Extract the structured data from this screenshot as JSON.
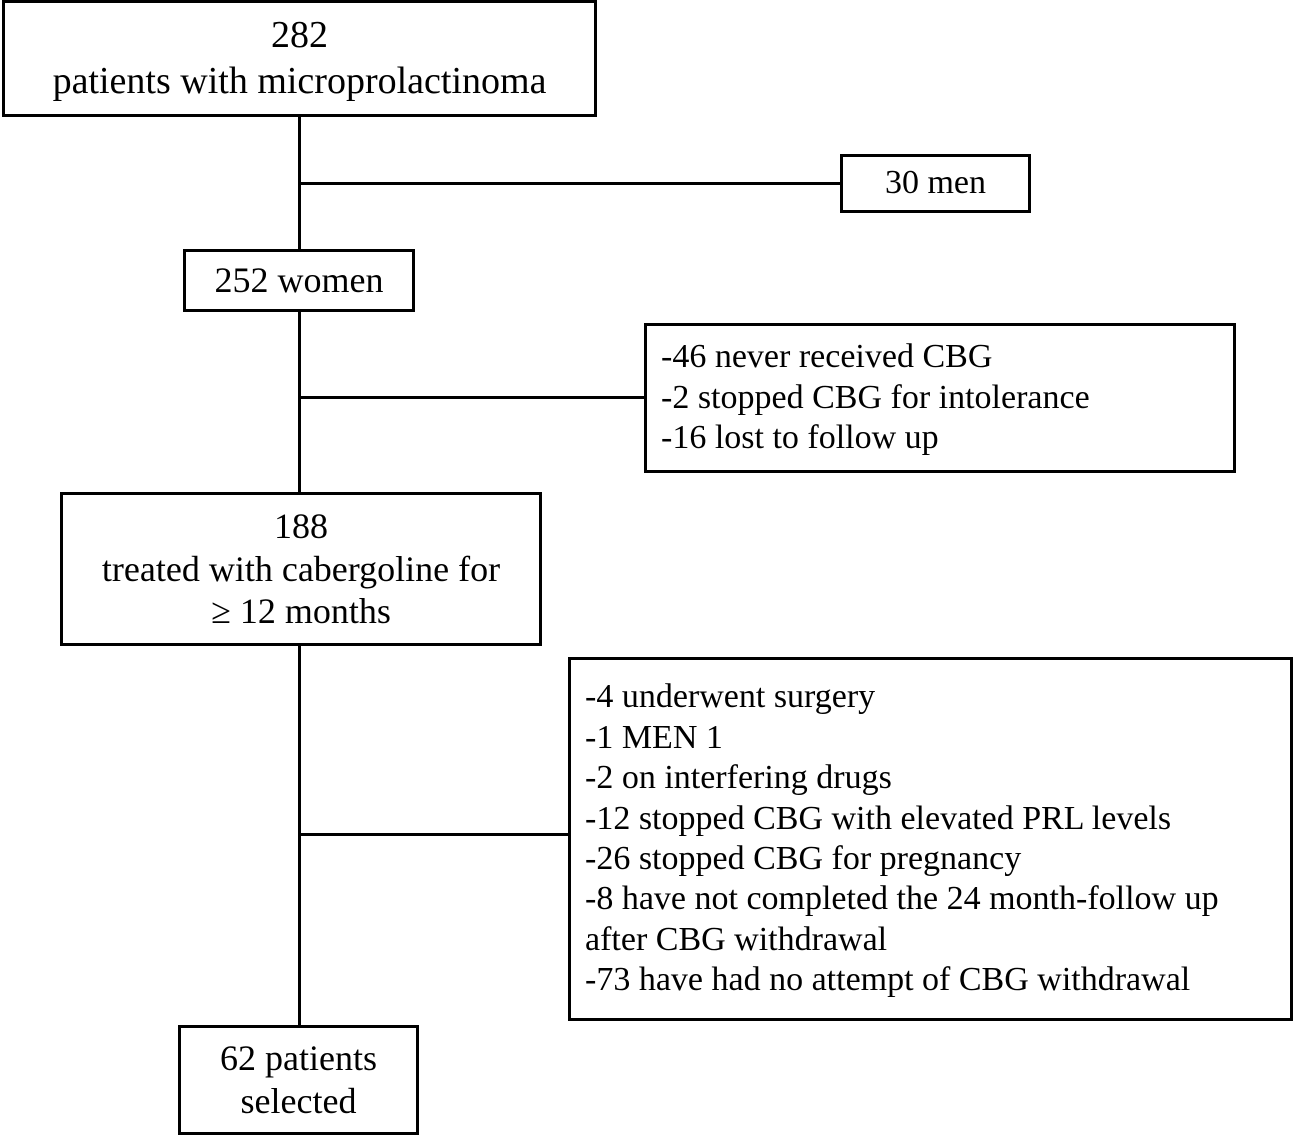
{
  "diagram": {
    "title": "Patient selection flowchart",
    "type": "flowchart",
    "line_color": "#000000",
    "background_color": "#ffffff",
    "nodes": {
      "total": {
        "lines": [
          "282",
          "patients with microprolactinoma"
        ]
      },
      "men": {
        "lines": [
          "30 men"
        ]
      },
      "women": {
        "lines": [
          "252 women"
        ]
      },
      "excluded_women": {
        "lines": [
          "-46 never received CBG",
          "-2 stopped CBG for intolerance",
          "-16 lost to follow up"
        ]
      },
      "treated": {
        "lines": [
          "188",
          "treated with cabergoline for",
          "≥ 12 months"
        ]
      },
      "excluded_treated": {
        "lines": [
          "-4 underwent surgery",
          "-1 MEN 1",
          "-2 on interfering drugs",
          "-12 stopped CBG with elevated PRL levels",
          "-26 stopped CBG for pregnancy",
          "-8 have not completed the 24 month-follow up",
          "after CBG withdrawal",
          "-73 have had no attempt of CBG withdrawal"
        ]
      },
      "selected": {
        "lines": [
          "62 patients",
          "selected"
        ]
      }
    }
  }
}
